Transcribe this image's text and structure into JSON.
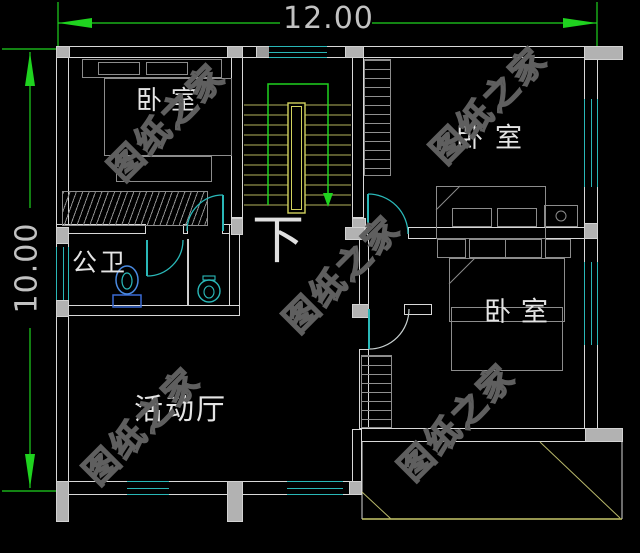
{
  "drawing": {
    "title_dimensions": {
      "width_label": "12.00",
      "height_label": "10.00"
    },
    "rooms": {
      "bedroom_top_left": "卧室",
      "bedroom_top_right": "卧室",
      "bedroom_bottom_right": "卧室",
      "bathroom": "公卫",
      "activity_hall": "活动厅",
      "stair_direction": "下"
    },
    "watermark": "图纸之家",
    "colors": {
      "background": "#000000",
      "wall_line": "#d8d8d8",
      "column_fill": "#b2b2b2",
      "window": "#29b6b6",
      "dimension_green": "#1fd31f",
      "dimension_text": "#c2c2c2",
      "stair_tread": "#8f8f4a",
      "stair_rail": "#d2d25e",
      "door": "#2ab8b8",
      "toilet_blue": "#4a8ae0",
      "balcony_line": "#c8c86a",
      "label_text": "#e4e4e4",
      "watermark_gray": "#5f5f5f"
    }
  }
}
